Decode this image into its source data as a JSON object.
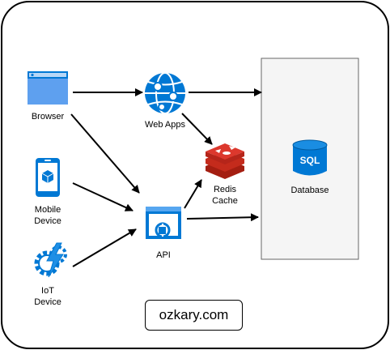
{
  "nodes": {
    "browser": {
      "label": "Browser"
    },
    "web_apps": {
      "label": "Web Apps"
    },
    "mobile": {
      "label": "Mobile\nDevice"
    },
    "iot": {
      "label": "IoT\nDevice"
    },
    "api": {
      "label": "API"
    },
    "redis": {
      "label": "Redis\nCache"
    },
    "database": {
      "label": "Database",
      "icon_text": "SQL"
    }
  },
  "brand": {
    "text": "ozkary.com"
  },
  "colors": {
    "azure_blue": "#0078d4",
    "redis_red": "#c42b1c",
    "edge": "#000000",
    "db_box_fill": "#f5f5f5",
    "db_box_stroke": "#666666"
  }
}
